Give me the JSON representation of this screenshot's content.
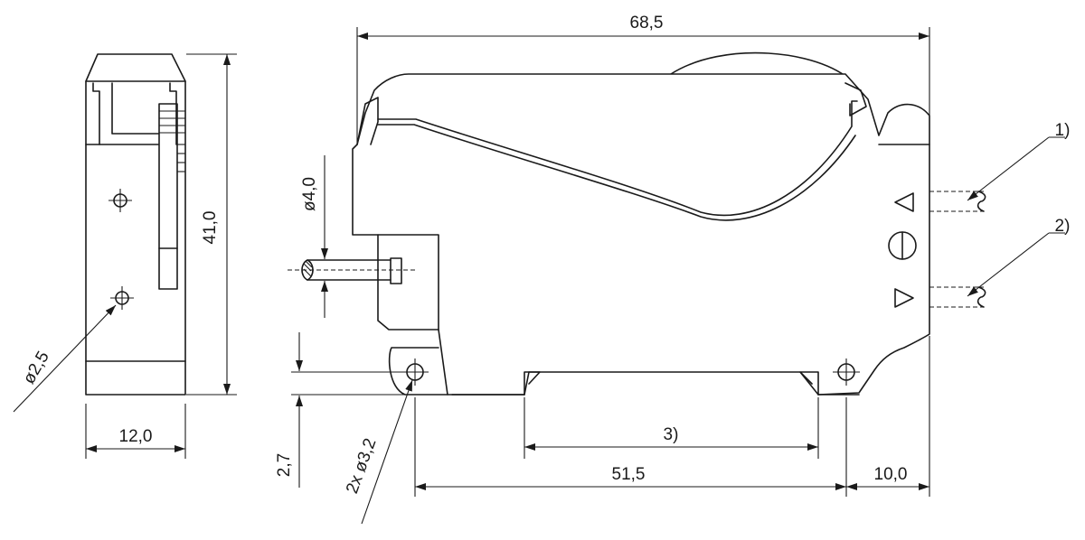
{
  "dimensions": {
    "total_length": "68,5",
    "height": "41,0",
    "width": "12,0",
    "mounting_distance": "51,5",
    "end_offset": "10,0",
    "base_height": "2,7",
    "side_hole_diameter": "ø2,5",
    "fiber_diameter": "ø4,0",
    "mounting_holes": "2x ø3,2"
  },
  "callouts": {
    "note_1": "1)",
    "note_2": "2)",
    "note_3": "3)"
  }
}
